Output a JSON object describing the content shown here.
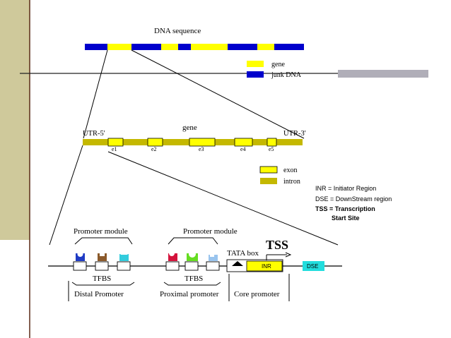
{
  "colors": {
    "side_band": "#cfc99b",
    "side_rule": "#5a2a16",
    "gray_bar": "#b0aeb8",
    "gene_yellow": "#ffff00",
    "junk_blue": "#0000cc",
    "intron_olive": "#c4b800",
    "tfbs_blue": "#1f3bc4",
    "tfbs_brown": "#8b5a2b",
    "tfbs_cyan": "#33ccdd",
    "tfbs_red": "#d4143c",
    "tfbs_green": "#66dd22",
    "tfbs_lightblue": "#99c4ee",
    "dse_cyan": "#22dddd"
  },
  "dna": {
    "title": "DNA sequence",
    "legend_gene": "gene",
    "legend_junk": "junk DNA"
  },
  "gene": {
    "title": "gene",
    "utr5": "UTR-5'",
    "utr3": "UTR-3'",
    "exons": [
      "e1",
      "e2",
      "e3",
      "e4",
      "e5"
    ],
    "legend_exon": "exon",
    "legend_intron": "intron"
  },
  "glossary": {
    "inr": "INR = Initiator Region",
    "dse": "DSE = DownStream region",
    "tss_line1": "TSS = Transcription",
    "tss_line2": "Start Site"
  },
  "promoter": {
    "module_label_1": "Promoter module",
    "module_label_2": "Promoter module",
    "tata_box": "TATA box",
    "tss": "TSS",
    "inr": "INR",
    "dse": "DSE",
    "tfbs_1": "TFBS",
    "tfbs_2": "TFBS",
    "distal": "Distal Promoter",
    "proximal": "Proximal promoter",
    "core": "Core promoter"
  }
}
